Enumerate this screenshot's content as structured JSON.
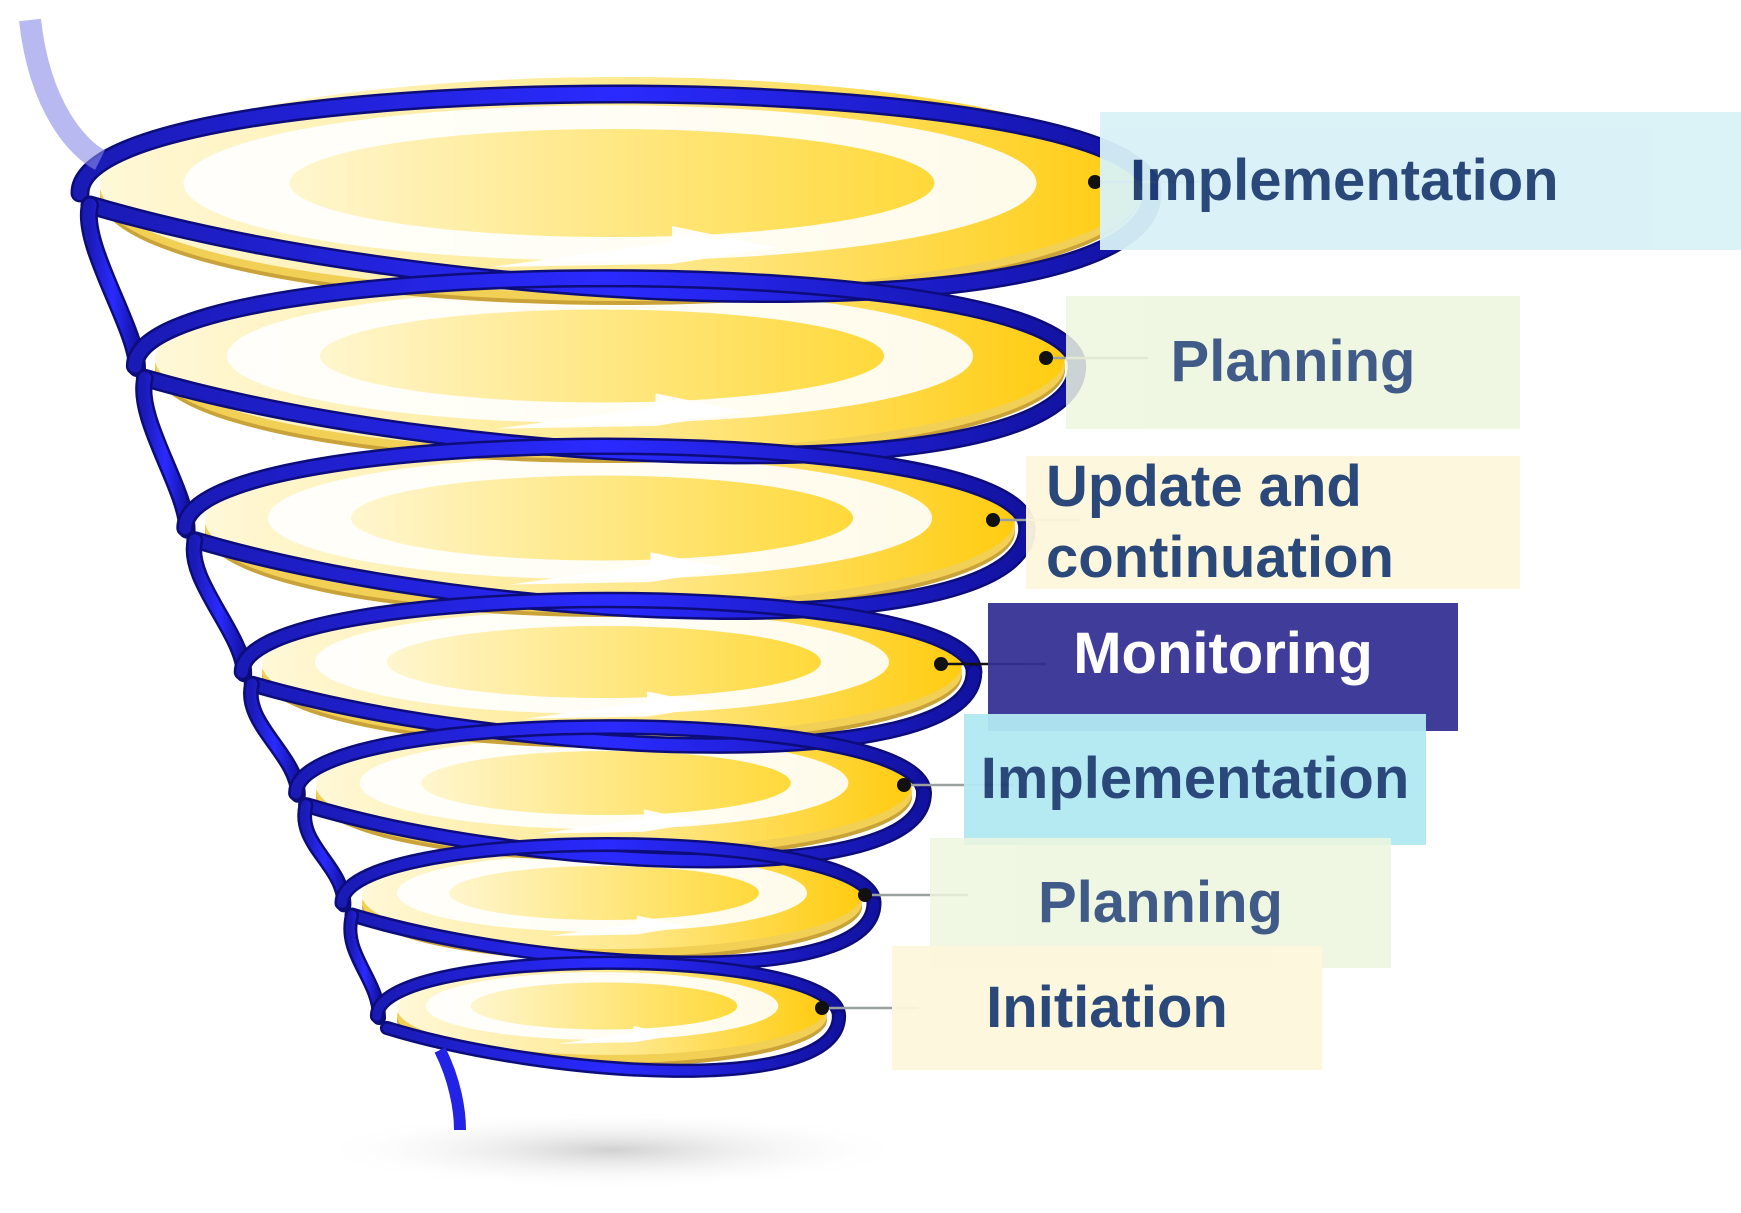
{
  "diagram": {
    "stages": [
      {
        "id": "implementation-top",
        "label": "Implementation",
        "box_color": "#d9f2f7",
        "text_color": "#1f3f73"
      },
      {
        "id": "planning-upper",
        "label": "Planning",
        "box_color": "#edf6de",
        "text_color": "#1f3f73"
      },
      {
        "id": "update-continuation",
        "label": "Update and\ncontinuation",
        "box_color": "#fdf7dc",
        "text_color": "#1f3f73"
      },
      {
        "id": "monitoring",
        "label": "Monitoring",
        "box_color": "#353394",
        "text_color": "#ffffff"
      },
      {
        "id": "implementation-lower",
        "label": "Implementation",
        "box_color": "#b3e9f3",
        "text_color": "#1f3f73"
      },
      {
        "id": "planning-lower",
        "label": "Planning",
        "box_color": "#edf6de",
        "text_color": "#1f3f73"
      },
      {
        "id": "initiation",
        "label": "Initiation",
        "box_color": "#fdf7dc",
        "text_color": "#1f3f73"
      }
    ],
    "colors": {
      "ribbon": "#2323e6",
      "ribbon_edge": "#0c0c7a",
      "disc_light": "#fff8d6",
      "disc_gold": "#ffd21e",
      "disc_rim": "#c9a23a"
    }
  }
}
